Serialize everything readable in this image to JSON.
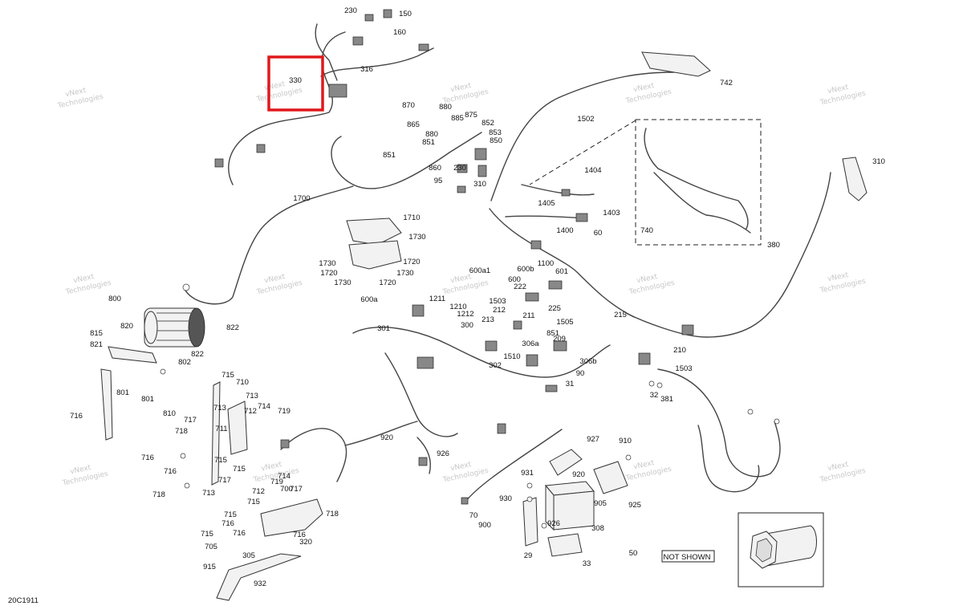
{
  "diagram": {
    "doc_code": "20C1911",
    "not_shown_label": "NOT SHOWN",
    "watermark_lines": [
      "vNext",
      "Technologies"
    ],
    "highlight_color": "#e0181c",
    "callouts": [
      "230",
      "150",
      "160",
      "316",
      "330",
      "742",
      "870",
      "880",
      "875",
      "865",
      "885",
      "852",
      "853",
      "850",
      "880",
      "851",
      "851",
      "860",
      "230",
      "95",
      "310",
      "1502",
      "1404",
      "1405",
      "1403",
      "1400",
      "60",
      "740",
      "310",
      "380",
      "1700",
      "1710",
      "1730",
      "1730",
      "1720",
      "1720",
      "1730",
      "1730",
      "1720",
      "600a",
      "600b",
      "1100",
      "600a1",
      "601",
      "600",
      "222",
      "1503",
      "225",
      "212",
      "211",
      "213",
      "1505",
      "215",
      "1211",
      "1210",
      "1212",
      "300",
      "301",
      "851",
      "209",
      "306a",
      "210",
      "1510",
      "306b",
      "1503",
      "302",
      "90",
      "31",
      "32",
      "381",
      "800",
      "822",
      "820",
      "822",
      "815",
      "802",
      "821",
      "801",
      "801",
      "810",
      "716",
      "715",
      "710",
      "713",
      "714",
      "712",
      "719",
      "713",
      "711",
      "717",
      "718",
      "716",
      "715",
      "715",
      "716",
      "717",
      "718",
      "713",
      "714",
      "712",
      "719",
      "700",
      "717",
      "715",
      "718",
      "715",
      "716",
      "715",
      "716",
      "716",
      "705",
      "305",
      "320",
      "915",
      "932",
      "920",
      "926",
      "927",
      "910",
      "920",
      "931",
      "930",
      "900",
      "926",
      "905",
      "925",
      "308",
      "29",
      "33",
      "50",
      "70"
    ]
  }
}
